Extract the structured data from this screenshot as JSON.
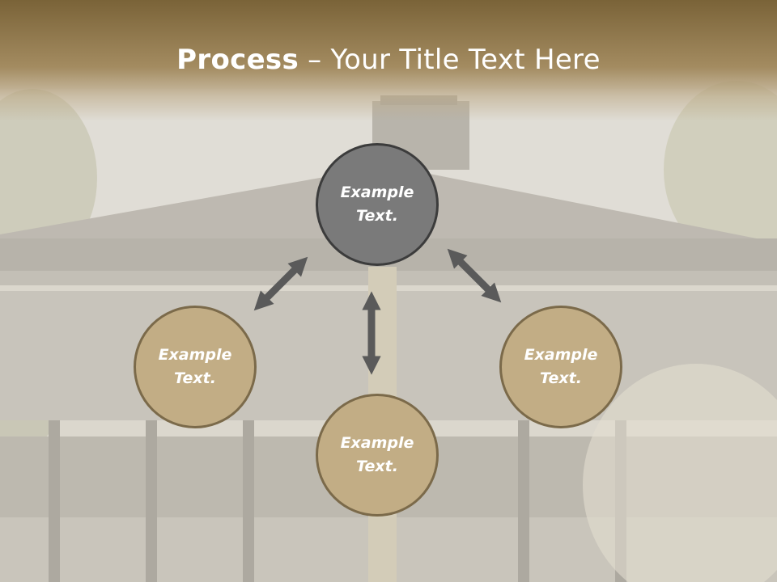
{
  "title": {
    "bold": "Process",
    "dash": " – ",
    "rest": "Your Title Text Here"
  },
  "nodes": {
    "center": {
      "line1": "Example",
      "line2": "Text."
    },
    "left": {
      "line1": "Example",
      "line2": "Text."
    },
    "right": {
      "line1": "Example",
      "line2": "Text."
    },
    "bottom": {
      "line1": "Example",
      "line2": "Text."
    }
  },
  "colors": {
    "title_band": "#a38b60",
    "center_fill": "#7a7a7a",
    "node_fill": "#c2ad85",
    "node_border": "#7b6a4a",
    "arrow": "#5a5a5a"
  }
}
